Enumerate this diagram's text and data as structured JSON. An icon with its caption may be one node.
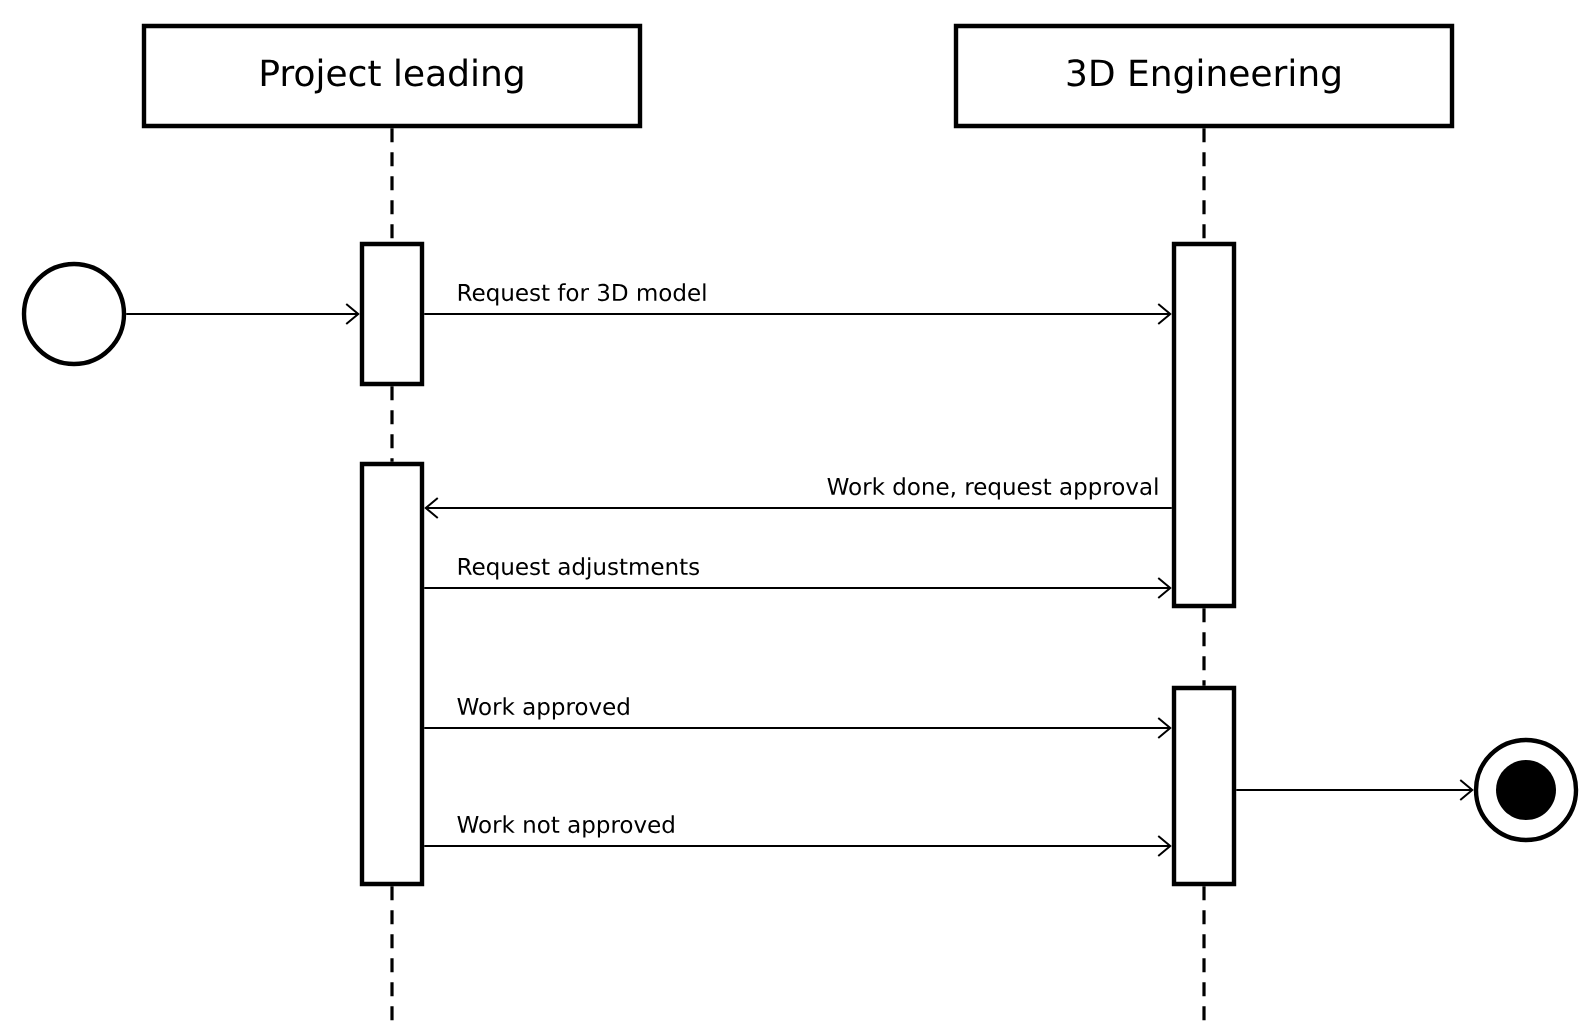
{
  "diagram": {
    "nodes": [
      {
        "text": [
          "Project leading"
        ]
      },
      {
        "text": [
          "3D Engineering"
        ]
      },
      {
        "text": [],
        "shape": "circle"
      },
      {
        "text": [],
        "shape": "box"
      },
      {
        "text": [],
        "shape": "box"
      },
      {
        "text": [],
        "shape": "box"
      },
      {
        "text": [],
        "shape": "box"
      },
      {
        "text": [],
        "shape": "circle"
      }
    ],
    "edges": [
      {
        "from": 0,
        "to": 3,
        "arrow": "none",
        "style": "dashed"
      },
      {
        "from": 3,
        "to": 5,
        "arrow": "none",
        "style": "dashed"
      },
      {
        "from": 5,
        "to": null,
        "arrow": "none",
        "style": "dashed"
      },
      {
        "from": 1,
        "to": 4,
        "arrow": "none",
        "style": "dashed"
      },
      {
        "from": 4,
        "to": 6,
        "arrow": "none",
        "style": "dashed"
      },
      {
        "from": 6,
        "to": null,
        "arrow": "none",
        "style": "dashed"
      },
      {
        "from": 2,
        "to": 3,
        "arrow": "to"
      },
      {
        "from": 3,
        "to": 4,
        "arrow": "to",
        "label": "Request for 3D model"
      },
      {
        "from": 4,
        "to": 5,
        "arrow": "to",
        "label": "Work done, request approval"
      },
      {
        "from": 5,
        "to": 4,
        "arrow": "to",
        "label": "Request adjustments"
      },
      {
        "from": 5,
        "to": 6,
        "arrow": "to",
        "label": "Work approved"
      },
      {
        "from": 5,
        "to": 6,
        "arrow": "to",
        "label": "Work not approved"
      },
      {
        "from": 6,
        "to": 7,
        "arrow": "to"
      }
    ]
  }
}
